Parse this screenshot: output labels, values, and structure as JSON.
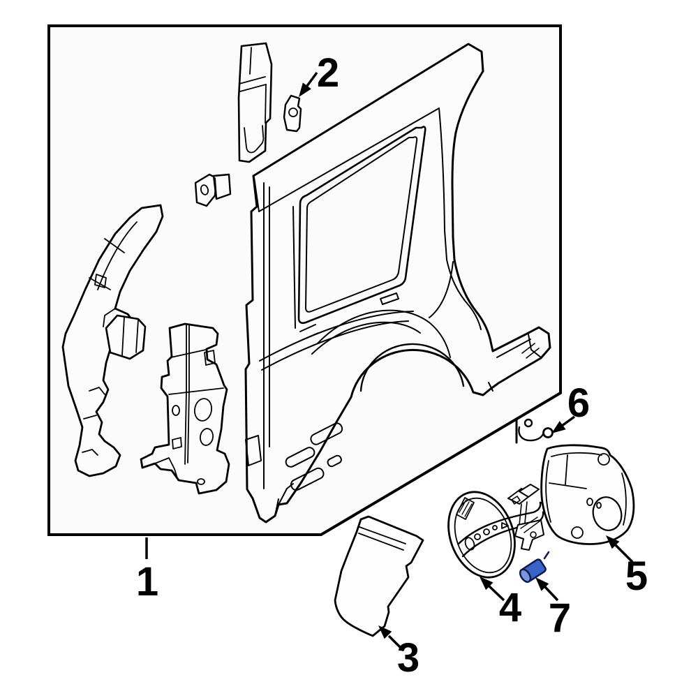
{
  "figure": {
    "type": "exploded-parts-diagram",
    "callouts": [
      {
        "number": "1"
      },
      {
        "number": "2"
      },
      {
        "number": "3"
      },
      {
        "number": "4"
      },
      {
        "number": "5"
      },
      {
        "number": "6"
      },
      {
        "number": "7"
      }
    ],
    "colors": {
      "line": "#000000",
      "box_fill": "#fbfbfb",
      "part_fill": "#fdfdfd",
      "highlight_fill": "#3a63c8",
      "highlight_cap": "#7a96dd",
      "highlight_outline": "#0d1b4c"
    }
  }
}
